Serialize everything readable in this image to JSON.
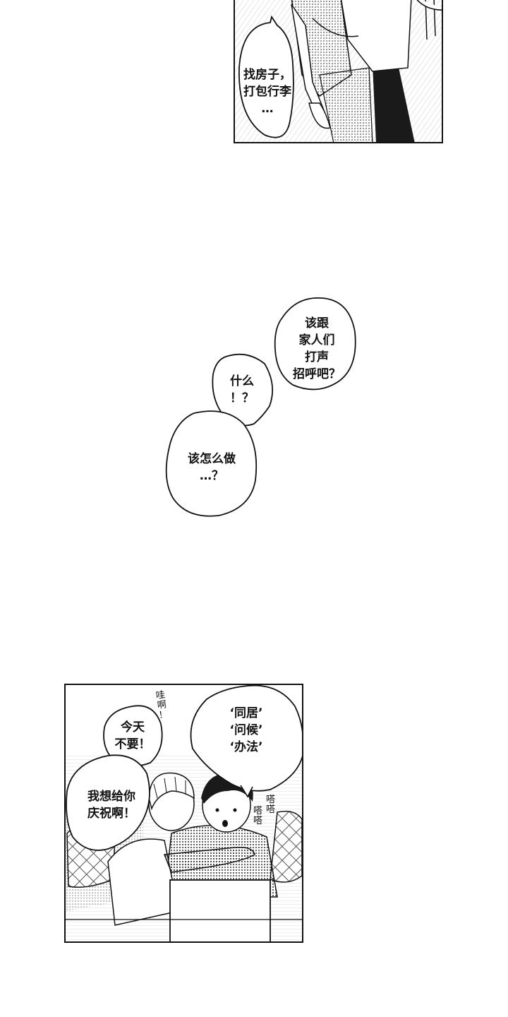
{
  "panel1": {
    "bubble": {
      "lines": [
        "找房子，",
        "打包行李",
        "…"
      ]
    }
  },
  "floating": {
    "bubble_family": {
      "lines": [
        "该跟",
        "家人们",
        "打声",
        "招呼吧？"
      ]
    },
    "bubble_what": {
      "lines": [
        "什么",
        "！？"
      ]
    },
    "bubble_howto": {
      "lines": [
        "该怎么做",
        "…？"
      ]
    }
  },
  "panel2": {
    "bubble_thought": {
      "lines": [
        "‘同居’",
        "‘问候’",
        "‘办法’"
      ]
    },
    "bubble_today": {
      "lines": [
        "今天",
        "不要！"
      ]
    },
    "bubble_celebrate": {
      "lines": [
        "我想给你",
        "庆祝啊！"
      ]
    },
    "sfx_wa": {
      "lines": [
        "哇",
        "啊",
        "！"
      ]
    },
    "sfx_tap": {
      "lines": [
        "嗒",
        "嗒",
        "嗒",
        "嗒"
      ]
    }
  }
}
